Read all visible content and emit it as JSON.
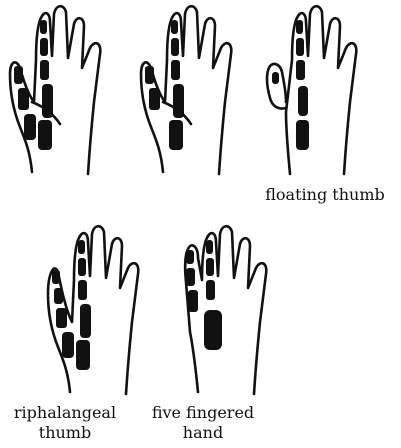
{
  "labels": {
    "floating": "floating thumb",
    "triphalangeal_line1": "riphalangeal",
    "triphalangeal_line2": "thumb",
    "five_fingered_line1": "five fingered",
    "five_fingered_line2": "hand"
  }
}
